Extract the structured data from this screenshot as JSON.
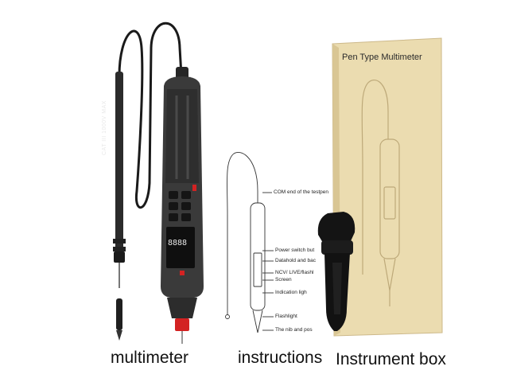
{
  "captions": {
    "multimeter": "multimeter",
    "instructions": "instructions",
    "box": "Instrument box"
  },
  "box": {
    "title": "Pen Type Multimeter"
  },
  "probe": {
    "rating": "CAT III 1000V MAX"
  },
  "diagram_labels": [
    "COM end of the testpen",
    "Power switch but",
    "Datahold and bac",
    "NCV/ LIVE/flashl",
    "Screen",
    "Indication ligh",
    "Flashlight",
    "The nib and pos"
  ],
  "display": {
    "digits": "8888"
  },
  "colors": {
    "box_kraft": "#e9d9ad",
    "device_body": "#3b3b3b",
    "accent_red": "#d32222",
    "clip_black": "#111111"
  },
  "icons": [
    "multimeter-pen",
    "test-probe",
    "alligator-clip",
    "instruction-diagram",
    "kraft-box"
  ]
}
